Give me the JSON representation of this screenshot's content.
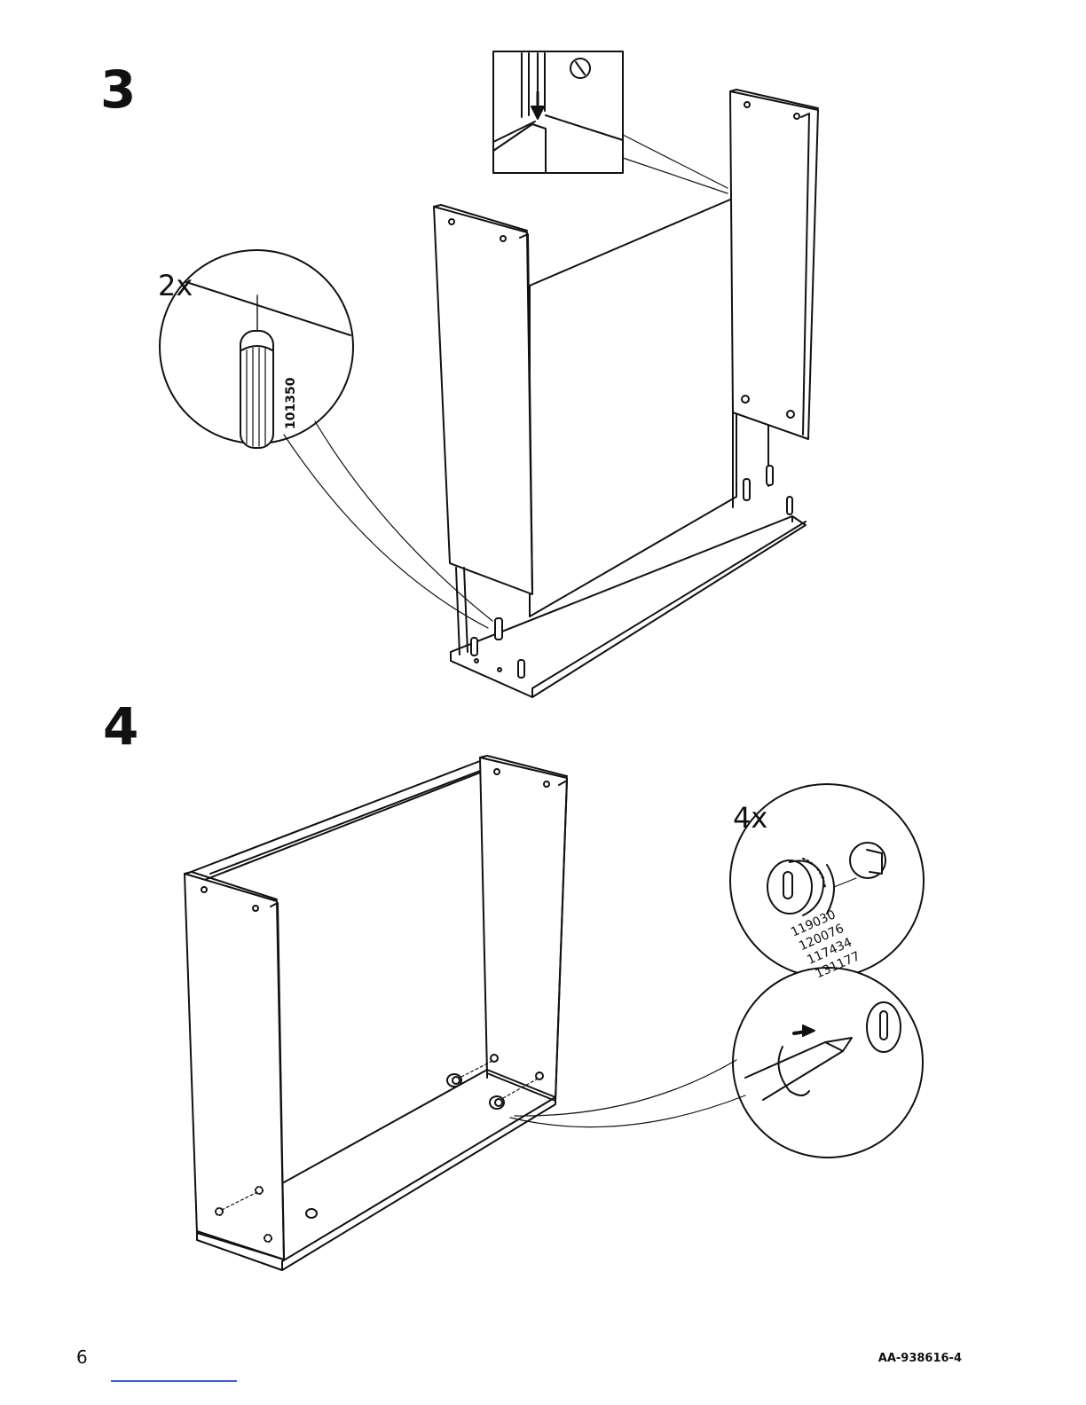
{
  "page": {
    "page_number": "6",
    "document_code": "AA-938616-4"
  },
  "steps": [
    {
      "number": "3",
      "quantity": "2x",
      "part_numbers": [
        "101350"
      ]
    },
    {
      "number": "4",
      "quantity": "4x",
      "part_numbers": [
        "119030",
        "120076",
        "117434",
        "131177"
      ]
    }
  ],
  "colors": {
    "line": "#111111",
    "link_underline": "#3b5bd6"
  }
}
